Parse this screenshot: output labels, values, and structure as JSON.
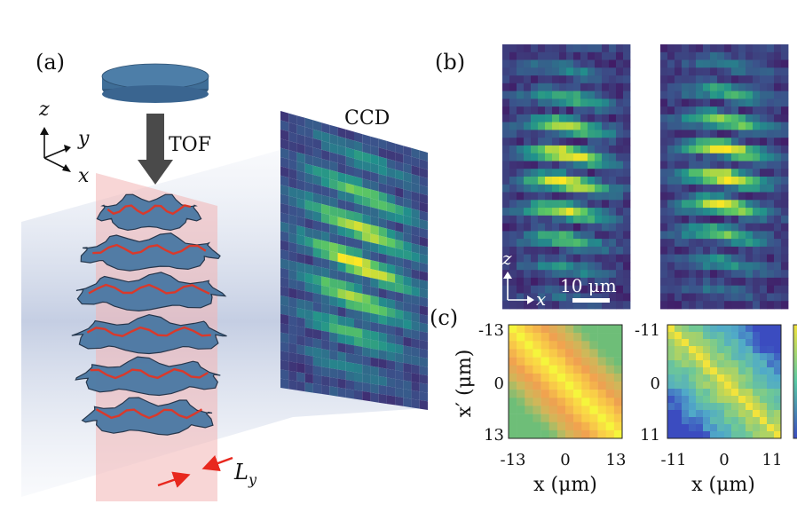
{
  "panels": {
    "a": {
      "label": "(a)",
      "axes": {
        "z": "z",
        "y": "y",
        "x": "x"
      },
      "tof_label": "TOF",
      "ccd_label": "CCD",
      "period_label": "L",
      "period_subscript": "y"
    },
    "b": {
      "label": "(b)",
      "axis_z": "z",
      "axis_x": "x",
      "scalebar_label": "10 μm"
    },
    "c": {
      "label": "(c)",
      "left_matrix": {
        "y_axis_label": "x′ (μm)",
        "x_axis_label": "x (μm)",
        "x_ticks": [
          "-13",
          "0",
          "13"
        ],
        "y_ticks": [
          "-13",
          "0",
          "13"
        ]
      },
      "right_matrix": {
        "x_axis_label": "x (μm)",
        "x_ticks": [
          "-11",
          "0",
          "11"
        ],
        "y_ticks": [
          "-11",
          "0",
          "11"
        ]
      }
    }
  },
  "colors": {
    "viridis_dark": "#440154",
    "viridis_mid": "#21918c",
    "viridis_bright": "#fde725",
    "laser_blue": "#b7c6df",
    "light_sheet_pink": "#f2b5b5",
    "red_arrow": "#e8281e",
    "pancake_blue": "#3f6e97",
    "tof_arrow": "#4a4a4a"
  }
}
